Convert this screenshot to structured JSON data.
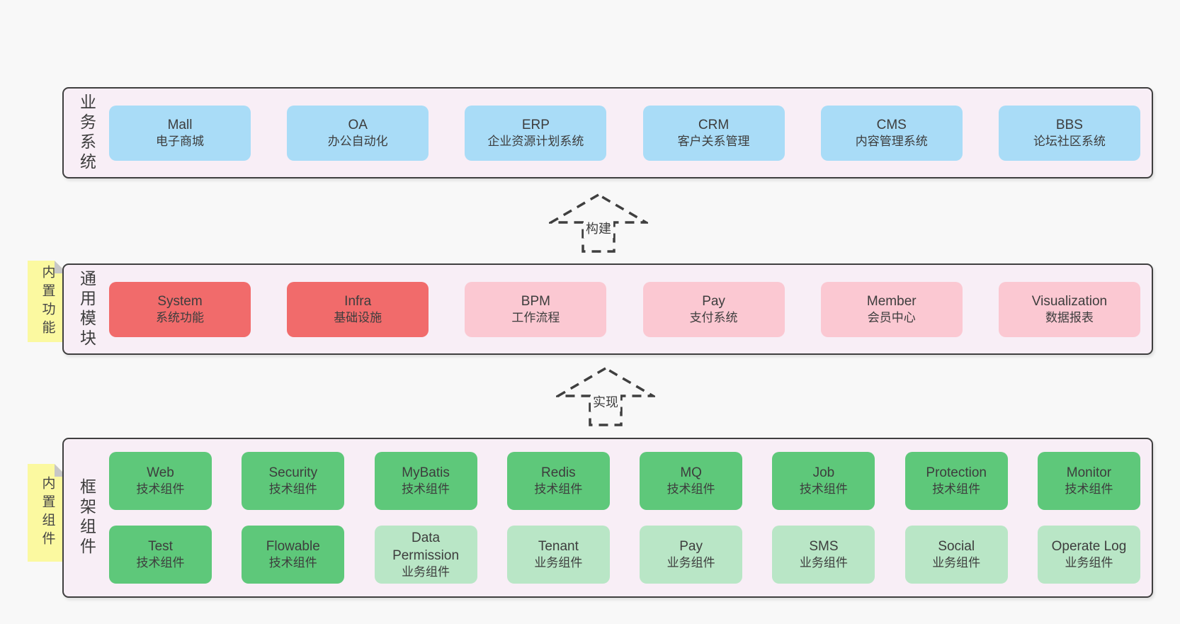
{
  "palette": {
    "page_bg": "#f8f8f8",
    "container_bg": "#f8eef6",
    "container_border": "#3f3f3f",
    "business_box": "#a9dcf7",
    "core_module_box": "#f16b6b",
    "optional_module_box": "#fbc8d2",
    "tech_component_box": "#5ec87a",
    "biz_component_box": "#b9e6c6",
    "sticky_note": "#fbf9a0",
    "text": "#3d3d3d"
  },
  "arrows": {
    "build": "构建",
    "implement": "实现"
  },
  "layers": {
    "business": {
      "label": "业务系统",
      "boxes": [
        {
          "title": "Mall",
          "subtitle": "电子商城",
          "variant": "business"
        },
        {
          "title": "OA",
          "subtitle": "办公自动化",
          "variant": "business"
        },
        {
          "title": "ERP",
          "subtitle": "企业资源计划系统",
          "variant": "business"
        },
        {
          "title": "CRM",
          "subtitle": "客户关系管理",
          "variant": "business"
        },
        {
          "title": "CMS",
          "subtitle": "内容管理系统",
          "variant": "business"
        },
        {
          "title": "BBS",
          "subtitle": "论坛社区系统",
          "variant": "business"
        }
      ]
    },
    "modules": {
      "label": "通用模块",
      "sticky": "内置功能",
      "boxes": [
        {
          "title": "System",
          "subtitle": "系统功能",
          "variant": "core"
        },
        {
          "title": "Infra",
          "subtitle": "基础设施",
          "variant": "core"
        },
        {
          "title": "BPM",
          "subtitle": "工作流程",
          "variant": "optional"
        },
        {
          "title": "Pay",
          "subtitle": "支付系统",
          "variant": "optional"
        },
        {
          "title": "Member",
          "subtitle": "会员中心",
          "variant": "optional"
        },
        {
          "title": "Visualization",
          "subtitle": "数据报表",
          "variant": "optional"
        }
      ]
    },
    "components": {
      "label": "框架组件",
      "sticky": "内置组件",
      "row1": [
        {
          "title": "Web",
          "subtitle": "技术组件",
          "variant": "tech"
        },
        {
          "title": "Security",
          "subtitle": "技术组件",
          "variant": "tech"
        },
        {
          "title": "MyBatis",
          "subtitle": "技术组件",
          "variant": "tech"
        },
        {
          "title": "Redis",
          "subtitle": "技术组件",
          "variant": "tech"
        },
        {
          "title": "MQ",
          "subtitle": "技术组件",
          "variant": "tech"
        },
        {
          "title": "Job",
          "subtitle": "技术组件",
          "variant": "tech"
        },
        {
          "title": "Protection",
          "subtitle": "技术组件",
          "variant": "tech"
        },
        {
          "title": "Monitor",
          "subtitle": "技术组件",
          "variant": "tech"
        }
      ],
      "row2": [
        {
          "title": "Test",
          "subtitle": "技术组件",
          "variant": "tech"
        },
        {
          "title": "Flowable",
          "subtitle": "技术组件",
          "variant": "tech"
        },
        {
          "title": "Data Permission",
          "subtitle": "业务组件",
          "variant": "biz"
        },
        {
          "title": "Tenant",
          "subtitle": "业务组件",
          "variant": "biz"
        },
        {
          "title": "Pay",
          "subtitle": "业务组件",
          "variant": "biz"
        },
        {
          "title": "SMS",
          "subtitle": "业务组件",
          "variant": "biz"
        },
        {
          "title": "Social",
          "subtitle": "业务组件",
          "variant": "biz"
        },
        {
          "title": "Operate Log",
          "subtitle": "业务组件",
          "variant": "biz"
        }
      ]
    }
  }
}
